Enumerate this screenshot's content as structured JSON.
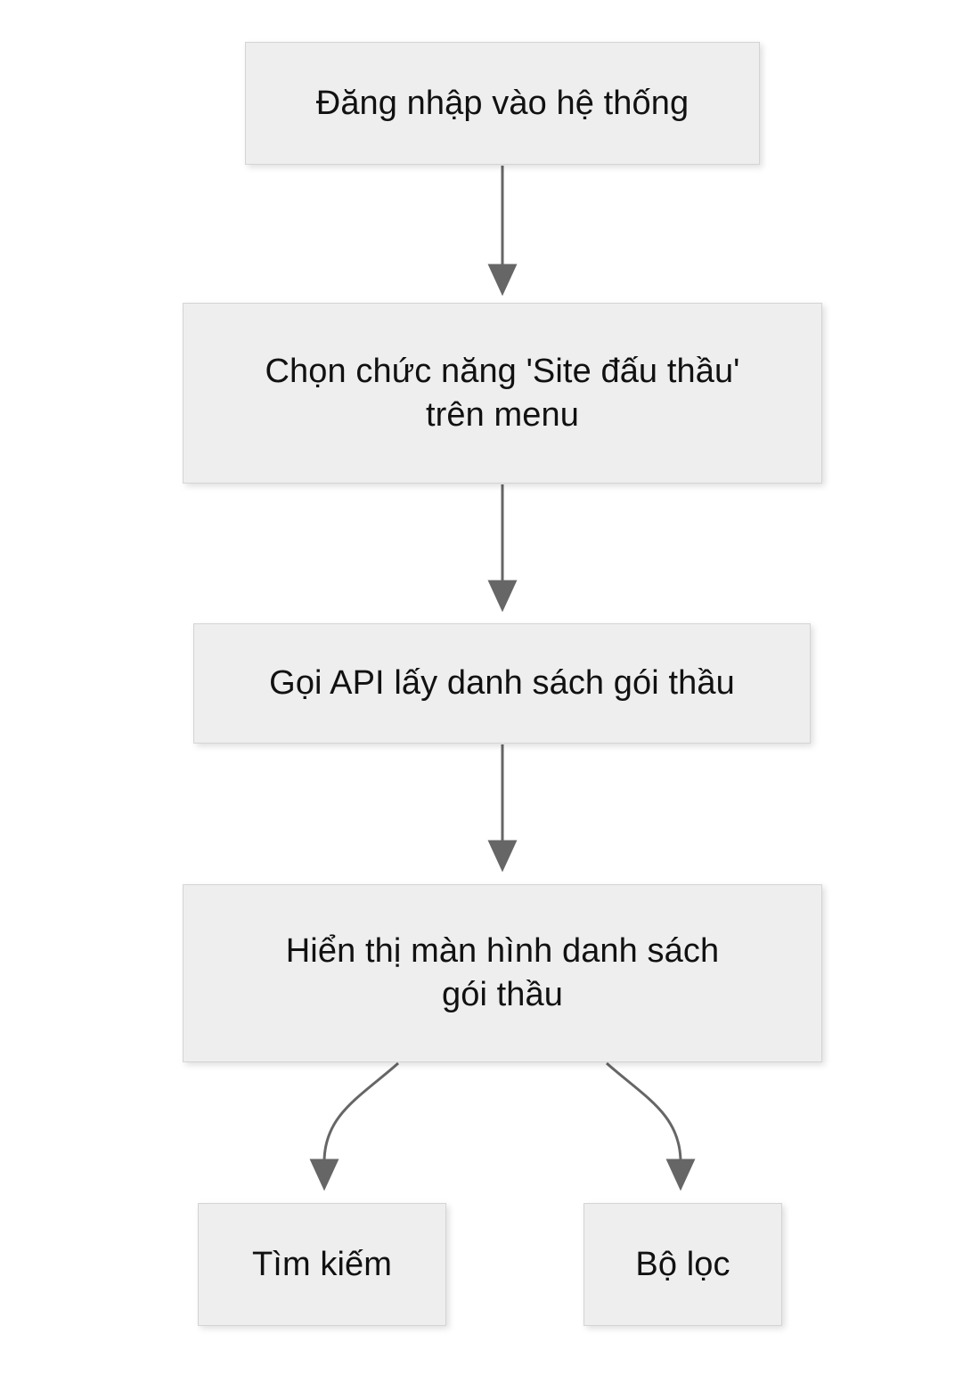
{
  "diagram": {
    "type": "flowchart",
    "orientation": "top-down",
    "background_color": "#ffffff",
    "node_fill": "#eeeeee",
    "node_border": "#d4d4d4",
    "edge_color": "#666666",
    "text_color": "#111111",
    "nodes": [
      {
        "id": "login",
        "label": "Đăng nhập vào hệ thống"
      },
      {
        "id": "menu",
        "label": "Chọn chức năng 'Site đấu thầu'\ntrên menu"
      },
      {
        "id": "api",
        "label": "Gọi API lấy danh sách gói thầu"
      },
      {
        "id": "list",
        "label": "Hiển thị màn hình danh sách\ngói thầu"
      },
      {
        "id": "search",
        "label": "Tìm kiếm"
      },
      {
        "id": "filter",
        "label": "Bộ lọc"
      }
    ],
    "edges": [
      {
        "from": "login",
        "to": "menu",
        "style": "straight-arrow",
        "label": ""
      },
      {
        "from": "menu",
        "to": "api",
        "style": "straight-arrow",
        "label": ""
      },
      {
        "from": "api",
        "to": "list",
        "style": "straight-arrow",
        "label": ""
      },
      {
        "from": "list",
        "to": "search",
        "style": "curved-arrow",
        "label": ""
      },
      {
        "from": "list",
        "to": "filter",
        "style": "curved-arrow",
        "label": ""
      }
    ]
  }
}
